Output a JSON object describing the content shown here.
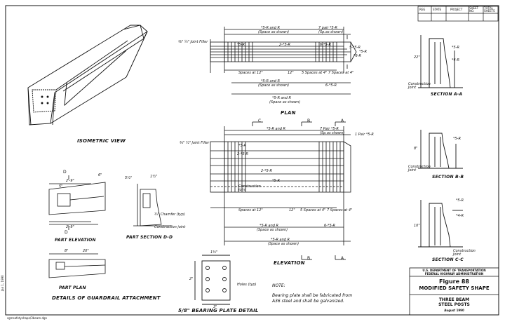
{
  "title_block": {
    "header_cells": [
      "REG",
      "STATE",
      "PROJECT",
      "SHEET NO.",
      "TOTAL SHEETS"
    ],
    "agency_line1": "U.S. DEPARTMENT OF TRANSPORTATION",
    "agency_line2": "FEDERAL HIGHWAY ADMINISTRATION",
    "figure": "Figure 88",
    "name": "MODIFIED SAFETY SHAPE",
    "subtitle1": "THREE BEAM",
    "subtitle2": "STEEL POSTS",
    "date": "August 1990"
  },
  "views": {
    "isometric": "ISOMETRIC VIEW",
    "plan": "PLAN",
    "elevation": "ELEVATION",
    "part_elevation": "PART ELEVATION",
    "part_plan": "PART PLAN",
    "part_section": "PART SECTION D-D",
    "guardrail": "DETAILS OF GUARDRAIL ATTACHMENT",
    "bearing_plate": "5/8\" BEARING PLATE DETAIL",
    "section_a": "SECTION A-A",
    "section_b": "SECTION B-B",
    "section_c": "SECTION C-C"
  },
  "note": {
    "heading": "NOTE:",
    "text": "Bearing plate shall be fabricated from A36 steel and shall be galvanized."
  },
  "plan_labels": {
    "joint_filler": "⅜\" ¼\" Joint Filler",
    "top_bars": "*5-R and R",
    "top_space": "(Space as shown)",
    "pair": "7 pair *5-R",
    "pair_space": "(Sp.as shown)",
    "r5a": "*5-R",
    "r5b": "2-*5-R",
    "r5c": "6-*5-R",
    "r5d": "5-*5-R",
    "r5e": "*5-R",
    "r5f": "*6-R",
    "spaces12": "Spaces at 12\"",
    "dim12": "12\"",
    "spaces4": "5 Spaces at 4\"",
    "spaces4b": "7 Spaces at 4\"",
    "bot_bars": "*5-R and R",
    "bot_space": "(Space as shown)",
    "bot_r": "6-*5-R",
    "bot_r2": "*5-R and R",
    "bot_space2": "(Space as shown)"
  },
  "elev_labels": {
    "cut_c": "C",
    "cut_b": "B",
    "cut_a": "A",
    "joint_filler": "⅜\" ½\" Joint Filler",
    "top_bars": "*5-R and R",
    "pair": "7 Pair *5-R",
    "pair_space": "(Sp.as shown)",
    "pair2": "1 Pair *5-R",
    "r5a": "*5-R",
    "r5b": "2-*5-R",
    "r5c": "2-*5-R",
    "r5d": "*5-R",
    "construction_joint": "Construction joint",
    "spaces12": "Spaces at 12\"",
    "dim12": "12\"",
    "spaces4": "5 Spaces at 4\"",
    "spaces4b": "7 Spaces at 4\"",
    "bot_bars": "*5-R and R",
    "bot_space": "(Space as shown)",
    "bot_r": "6-*5-R",
    "bot_r2": "*5-R and R",
    "bot_space2": "(Space as shown)"
  },
  "section_labels": {
    "cj": "Construction Joint",
    "r5": "*5-R",
    "r4": "*4-R",
    "dim22": "22\"",
    "dim8": "8\"",
    "dim10": "10\""
  },
  "guardrail_labels": {
    "d": "D",
    "dim29": "2'-9\"",
    "dim5": "5\"",
    "dim8": "8\"",
    "dim20": "20\"",
    "dim6": "6\"",
    "chamfer": "¾\" Chamfer (typ)",
    "cj": "Construction joint",
    "dim55": "5½\"",
    "dim15": "1½\""
  },
  "plate_labels": {
    "holes": "Holes (typ)",
    "dim15": "1½\"",
    "dim2": "2\"",
    "dim3": "3\""
  },
  "margin_text": "sgmsafetyshape/3beam.dgn",
  "side_text": "Jan 1, 1990"
}
